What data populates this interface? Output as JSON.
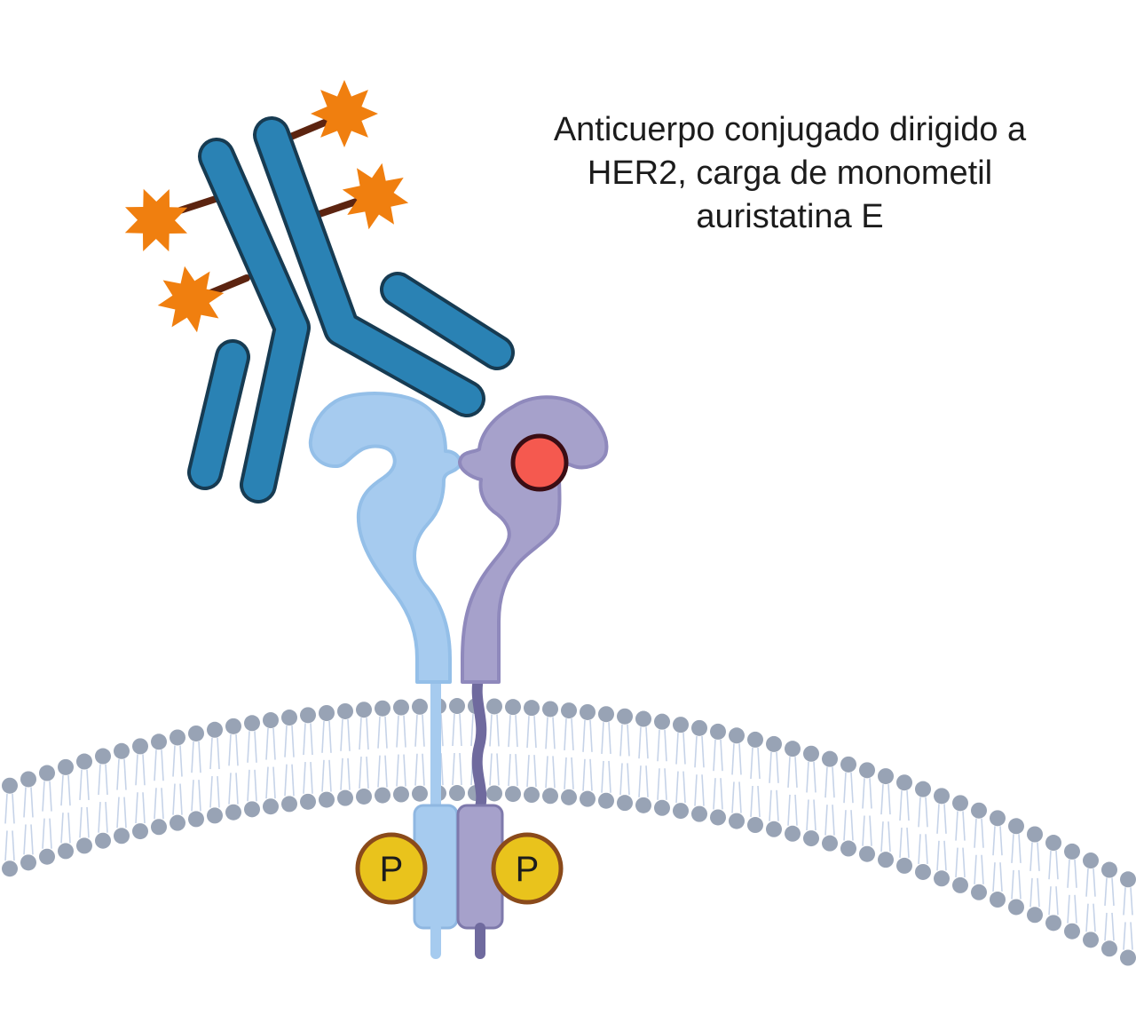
{
  "caption": {
    "line1": "Anticuerpo conjugado dirigido a",
    "line2": "HER2, carga de monometil",
    "line3": "auristatina E"
  },
  "phosphate_left": "P",
  "phosphate_right": "P",
  "colors": {
    "antibody": "#2a82b4",
    "antibody_outline": "#173b52",
    "payload": "#f07f0f",
    "linker": "#5c2410",
    "her2_left": "#a6cbef",
    "her2_right": "#a6a1cb",
    "ligand": "#f5594f",
    "phosphate": "#e9c31c",
    "phosphate_outline": "#8a4a1b",
    "membrane_head": "#98a3b5",
    "membrane_tail": "#c6d3e8"
  }
}
